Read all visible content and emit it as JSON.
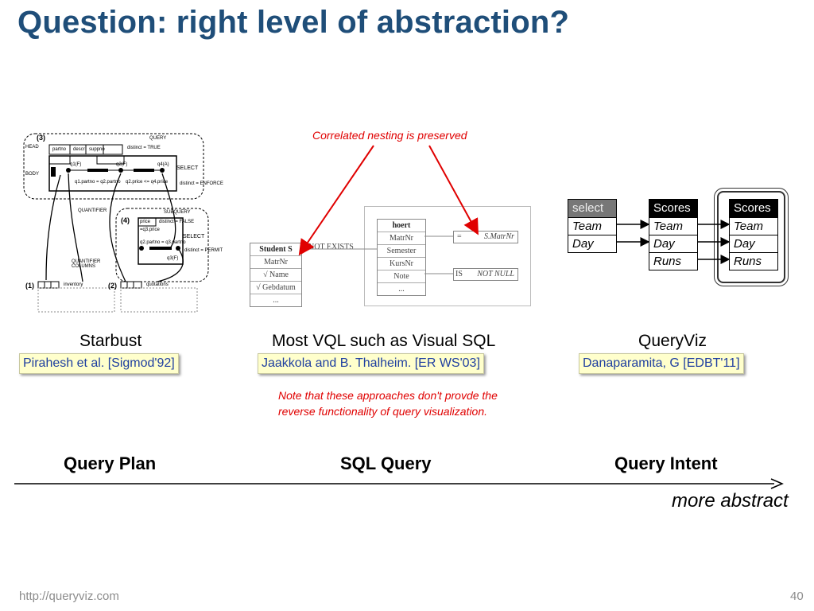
{
  "title": "Question: right level of abstraction?",
  "annotation_top": "Correlated nesting is preserved",
  "annotation_note": "Note that these approaches  don't provde the reverse functionality of query visualization.",
  "columns": [
    {
      "label": "Starbust",
      "citation": "Pirahesh et al. [Sigmod'92]"
    },
    {
      "label": "Most VQL such as Visual SQL",
      "citation": "Jaakkola and B. Thalheim. [ER WS'03]"
    },
    {
      "label": "QueryViz",
      "citation": "Danaparamita, G [EDBT'11]"
    }
  ],
  "axis": {
    "left": "Query Plan",
    "middle": "SQL Query",
    "right": "Query Intent",
    "direction": "more abstract"
  },
  "footer": {
    "url": "http://queryviz.com",
    "page": "40"
  },
  "queryviz": {
    "select_table": {
      "header": "select",
      "rows": [
        "Team",
        "Day"
      ]
    },
    "scores1": {
      "header": "Scores",
      "rows": [
        "Team",
        "Day",
        "Runs"
      ]
    },
    "scores2": {
      "header": "Scores",
      "rows": [
        "Team",
        "Day",
        "Runs"
      ]
    }
  },
  "vql": {
    "student": {
      "header": "Student S",
      "rows": [
        "MatrNr",
        "√ Name",
        "√ Gebdatum",
        "..."
      ]
    },
    "hoert": {
      "header": "hoert",
      "rows": [
        "MatrNr",
        "Semester",
        "KursNr",
        "Note",
        "..."
      ]
    },
    "not_exists": "NOT EXISTS",
    "cond1": {
      "op": "=",
      "value": "S.MatrNr"
    },
    "cond2": {
      "op": "IS",
      "value": "NOT NULL"
    }
  },
  "starbust": {
    "query": "QUERY",
    "head": "HEAD",
    "body": "BODY",
    "select1": "SELECT",
    "select2": "SELECT",
    "subquery": "SUBQUERY",
    "quantifier": "QUANTIFIER",
    "quant_columns": "QUANTIFIER COLUMNS",
    "distinct1": "distinct = TRUE",
    "distinct2": "distinct = FALSE",
    "distinct3": "distinct = ENFORCE",
    "distinct4": "distinct = PERMIT",
    "inventory": "inventory",
    "quotations": "quotations",
    "n3": "(3)",
    "n4": "(4)",
    "n1": "(1)",
    "n2": "(2)",
    "h1": "partno",
    "h2": "descr",
    "h3": "suppno",
    "q1": "q1(F)",
    "q2": "q2(F)",
    "q3": "q3(F)",
    "q4": "q4(A)",
    "pred1": "q1.partno = q2.partno",
    "pred2": "q2.price <= q4.price",
    "pred3": "q2.partno = q3.partno",
    "price": "price",
    "q3price": "=q3.price"
  }
}
